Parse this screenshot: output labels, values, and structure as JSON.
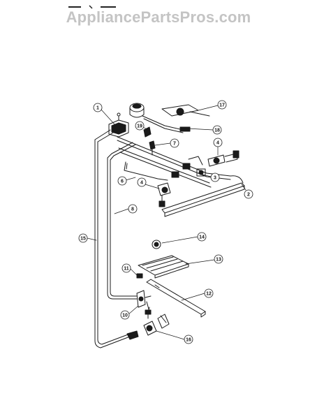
{
  "watermark": "AppliancePartsPros.com",
  "callouts": [
    {
      "label": "1"
    },
    {
      "label": "17"
    },
    {
      "label": "19"
    },
    {
      "label": "18"
    },
    {
      "label": "7"
    },
    {
      "label": "4"
    },
    {
      "label": "6"
    },
    {
      "label": "4"
    },
    {
      "label": "3"
    },
    {
      "label": "2"
    },
    {
      "label": "8"
    },
    {
      "label": "14"
    },
    {
      "label": "15"
    },
    {
      "label": "13"
    },
    {
      "label": "11"
    },
    {
      "label": "12"
    },
    {
      "label": "10"
    },
    {
      "label": "16"
    }
  ]
}
